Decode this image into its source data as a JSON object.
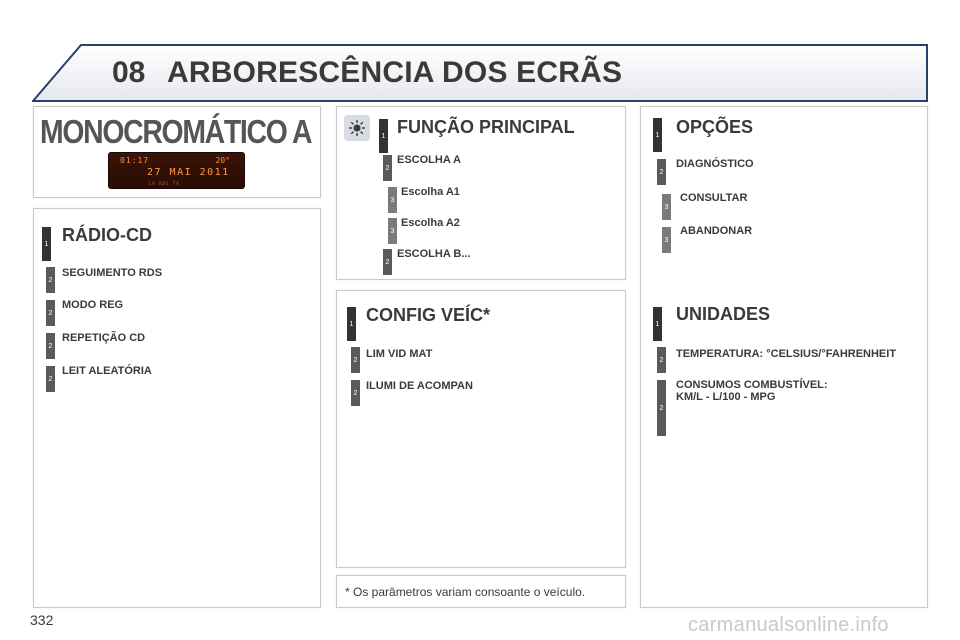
{
  "header": {
    "chapter": "08",
    "title": "ARBORESCÊNCIA DOS ECRÃS"
  },
  "mono": {
    "title": "MONOCROMÁTICO A",
    "display": {
      "time": "01:17",
      "temp": "20°",
      "date": "27 MAI 2011",
      "sub": "LR   RDS   TA"
    }
  },
  "radio_cd": {
    "heading": "RÁDIO-CD",
    "items": [
      "SEGUIMENTO RDS",
      "MODO REG",
      "REPETIÇÃO CD",
      "LEIT ALEATÓRIA"
    ]
  },
  "funcao": {
    "heading": "FUNÇÃO PRINCIPAL",
    "items": [
      "ESCOLHA A",
      "Escolha A1",
      "Escolha A2",
      "ESCOLHA B..."
    ]
  },
  "config": {
    "heading": "CONFIG VEÍC*",
    "items": [
      "LIM VID MAT",
      "ILUMI DE ACOMPAN"
    ]
  },
  "opcoes": {
    "heading": "OPÇÕES",
    "items": [
      "DIAGNÓSTICO",
      "CONSULTAR",
      "ABANDONAR"
    ]
  },
  "unidades": {
    "heading": "UNIDADES",
    "items": [
      "TEMPERATURA: °CELSIUS/°FAHRENHEIT",
      "CONSUMOS COMBUSTÍVEL:",
      "KM/L - L/100 - MPG"
    ]
  },
  "levels": {
    "one": "1",
    "two": "2",
    "three": "3"
  },
  "footnote": "* Os parâmetros variam consoante o veículo.",
  "page_number": "332",
  "watermark": "carmanualsonline.info",
  "colors": {
    "accent_line": "#2a3f6a",
    "header_fill": "#f0f1f4",
    "level_bar": "#333333"
  }
}
